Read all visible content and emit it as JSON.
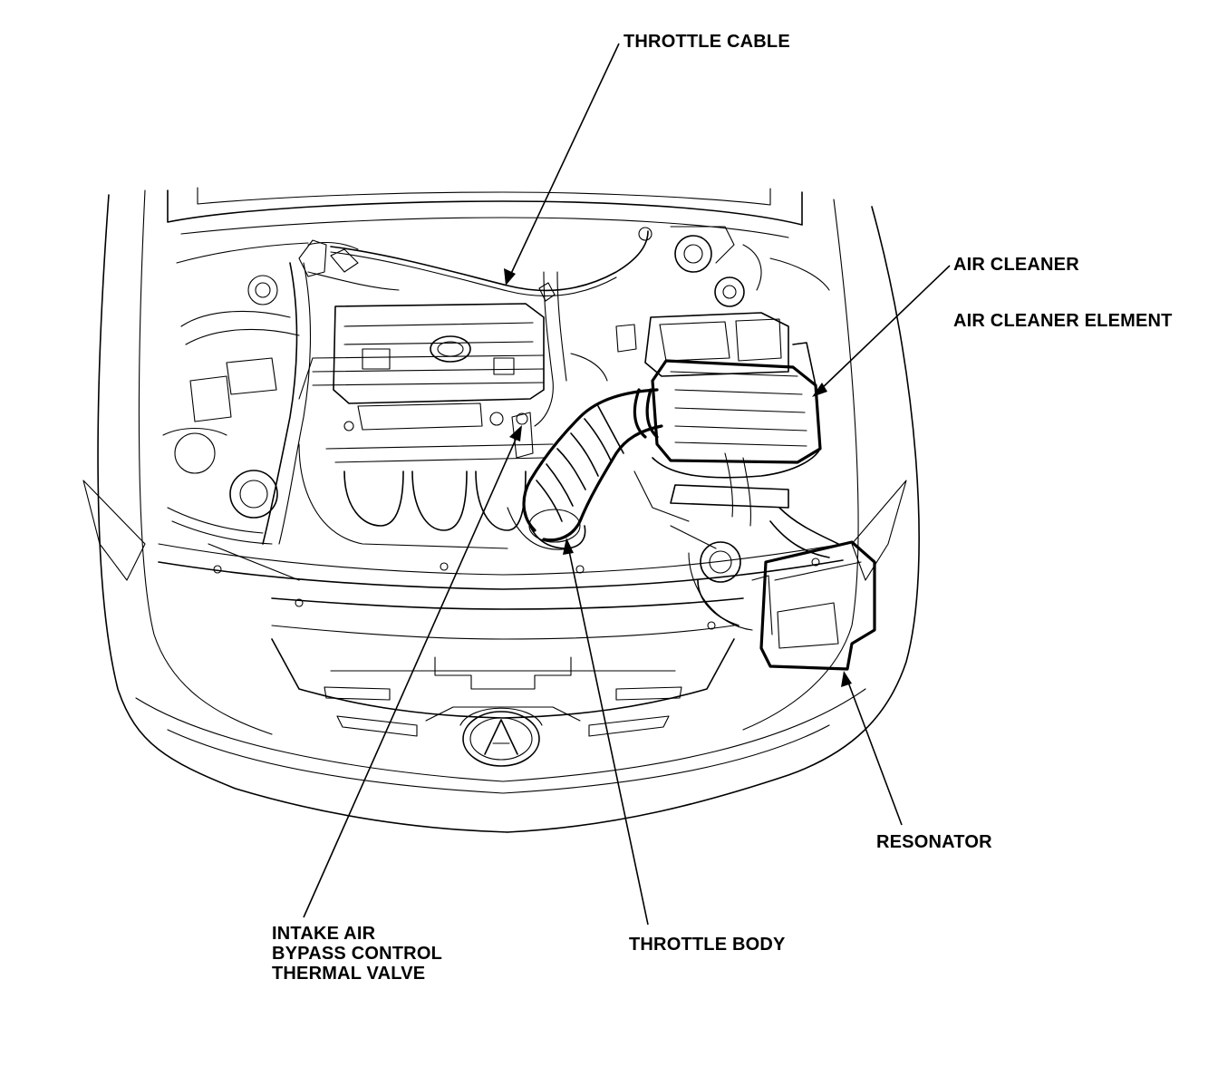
{
  "callouts": {
    "throttle_cable": "THROTTLE CABLE",
    "air_cleaner": "AIR CLEANER",
    "air_cleaner_element": "AIR CLEANER ELEMENT",
    "resonator": "RESONATOR",
    "throttle_body": "THROTTLE BODY",
    "intake_line1": "INTAKE AIR",
    "intake_line2": "BYPASS CONTROL",
    "intake_line3": "THERMAL VALVE"
  },
  "emblem": "acura-logo"
}
